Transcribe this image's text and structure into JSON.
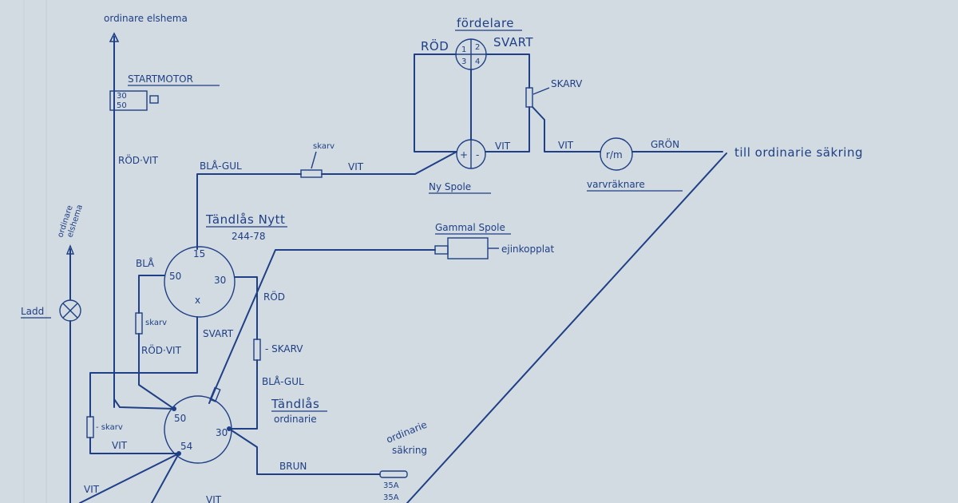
{
  "diagram": {
    "top_ref": "ordinare elshema",
    "startmotor": {
      "title": "STARTMOTOR",
      "term_a": "30",
      "term_b": "50"
    },
    "fordelare": {
      "title": "fördelare",
      "t1": "1",
      "t2": "2",
      "t3": "3",
      "t4": "4"
    },
    "ny_spole": {
      "title": "Ny Spole",
      "plus": "+",
      "minus": "-"
    },
    "varvraknare": {
      "title": "varvräknare",
      "symbol": "r/m"
    },
    "saking_ref": "till ordinarie säkring",
    "gammal_spole": {
      "title": "Gammal Spole",
      "note": "ejinkopplat"
    },
    "tandlas_nytt": {
      "title": "Tändlås Nytt",
      "subtitle": "244-78",
      "t15": "15",
      "t50": "50",
      "t30": "30",
      "tx": "x"
    },
    "tandlas_ord": {
      "title1": "Tändlås",
      "title2": "ordinarie",
      "t50": "50",
      "t54": "54",
      "t30": "30"
    },
    "ordinarie_sakring": {
      "title1": "ordinarie",
      "title2": "säkring",
      "fuse1": "35A",
      "fuse2": "35A"
    },
    "ladd": {
      "label": "Ladd",
      "ref1": "ordinare",
      "ref2": "elshema"
    },
    "wires": {
      "rod_top": "RÖD",
      "svart_top": "SVART",
      "skarv_big": "SKARV",
      "vit_spole": "VIT",
      "vit_varv": "VIT",
      "gron": "GRÖN",
      "skarv_small": "skarv",
      "vit_mid": "VIT",
      "bla_gul_top": "BLÅ-GUL",
      "rod_vit_left": "RÖD·VIT",
      "bla": "BLÅ",
      "skarv_mid": "skarv",
      "rod_vit_mid": "RÖD·VIT",
      "svart_mid": "SVART",
      "rod_mid": "RÖD",
      "skarv_right": "- SKARV",
      "bla_gul_mid": "BLÅ-GUL",
      "skarv_low": "- skarv",
      "vit_low": "VIT",
      "vit_bottom_left": "VIT",
      "brun": "BRUN",
      "vit_bottom": "VIT"
    }
  }
}
